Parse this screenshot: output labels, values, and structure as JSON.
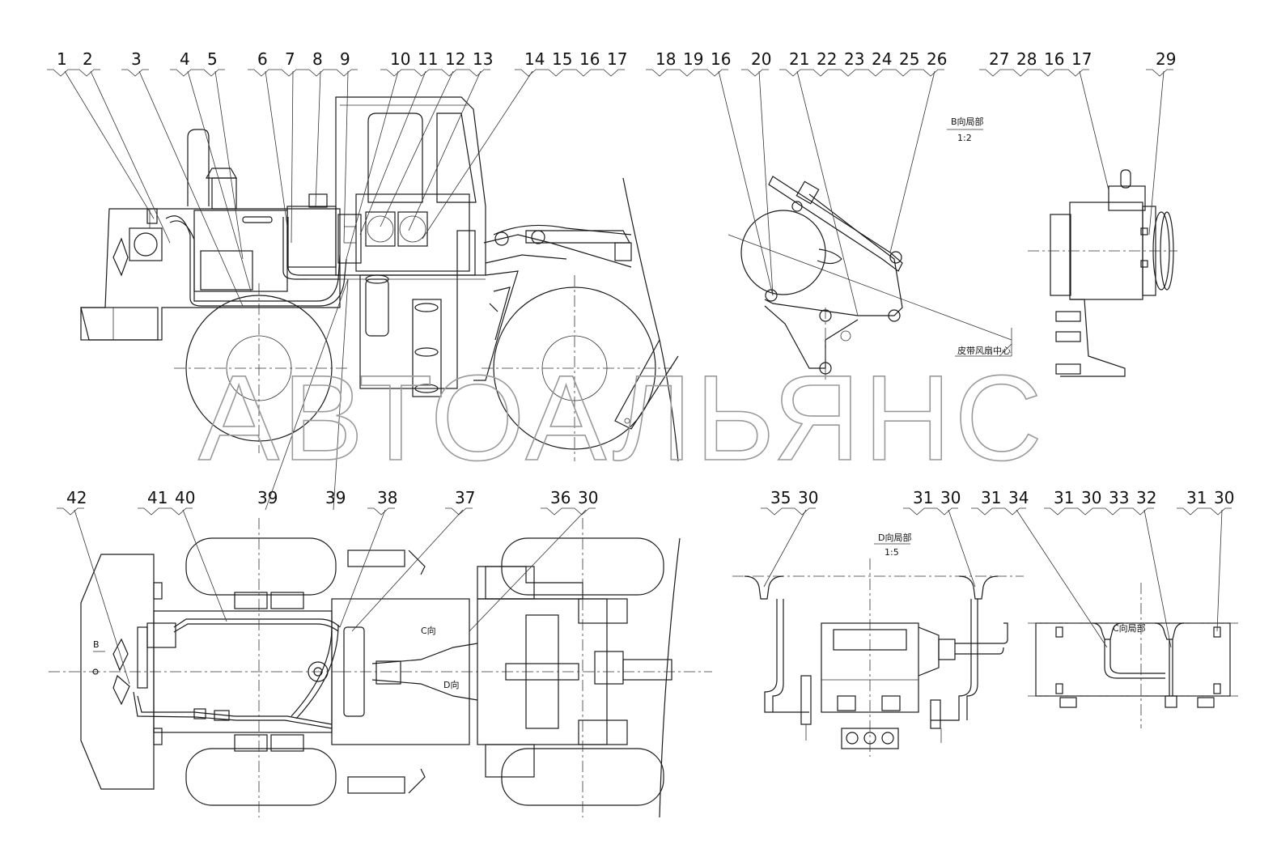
{
  "callouts": [
    {
      "id": "c1",
      "text": "1"
    },
    {
      "id": "c2",
      "text": "2"
    },
    {
      "id": "c3",
      "text": "3"
    },
    {
      "id": "c4",
      "text": "4"
    },
    {
      "id": "c5",
      "text": "5"
    },
    {
      "id": "c6",
      "text": "6"
    },
    {
      "id": "c7",
      "text": "7"
    },
    {
      "id": "c8",
      "text": "8"
    },
    {
      "id": "c9",
      "text": "9"
    },
    {
      "id": "c10",
      "text": "10"
    },
    {
      "id": "c11",
      "text": "11"
    },
    {
      "id": "c12",
      "text": "12"
    },
    {
      "id": "c13",
      "text": "13"
    },
    {
      "id": "c14",
      "text": "14"
    },
    {
      "id": "c15",
      "text": "15"
    },
    {
      "id": "c16a",
      "text": "16"
    },
    {
      "id": "c17a",
      "text": "17"
    },
    {
      "id": "c18",
      "text": "18"
    },
    {
      "id": "c19",
      "text": "19"
    },
    {
      "id": "c16b",
      "text": "16"
    },
    {
      "id": "c20",
      "text": "20"
    },
    {
      "id": "c21",
      "text": "21"
    },
    {
      "id": "c22",
      "text": "22"
    },
    {
      "id": "c23",
      "text": "23"
    },
    {
      "id": "c24",
      "text": "24"
    },
    {
      "id": "c25",
      "text": "25"
    },
    {
      "id": "c26",
      "text": "26"
    },
    {
      "id": "c27",
      "text": "27"
    },
    {
      "id": "c28",
      "text": "28"
    },
    {
      "id": "c16c",
      "text": "16"
    },
    {
      "id": "c17b",
      "text": "17"
    },
    {
      "id": "c29",
      "text": "29"
    },
    {
      "id": "c39a",
      "text": "39"
    },
    {
      "id": "c39b",
      "text": "39"
    },
    {
      "id": "c42",
      "text": "42"
    },
    {
      "id": "c41",
      "text": "41"
    },
    {
      "id": "c40",
      "text": "40"
    },
    {
      "id": "c38",
      "text": "38"
    },
    {
      "id": "c37",
      "text": "37"
    },
    {
      "id": "c36",
      "text": "36"
    },
    {
      "id": "c30a",
      "text": "30"
    },
    {
      "id": "c35",
      "text": "35"
    },
    {
      "id": "c30b",
      "text": "30"
    },
    {
      "id": "c31a",
      "text": "31"
    },
    {
      "id": "c30c",
      "text": "30"
    },
    {
      "id": "c31b",
      "text": "31"
    },
    {
      "id": "c34",
      "text": "34"
    },
    {
      "id": "c31c",
      "text": "31"
    },
    {
      "id": "c30d",
      "text": "30"
    },
    {
      "id": "c33",
      "text": "33"
    },
    {
      "id": "c32",
      "text": "32"
    },
    {
      "id": "c31d",
      "text": "31"
    },
    {
      "id": "c30e",
      "text": "30"
    }
  ],
  "view_labels": {
    "b_view_title": "B向局部",
    "b_view_scale": "1:2",
    "b_view_note": "皮带风扇中心",
    "d_view_title": "D向局部",
    "d_view_scale": "1:5",
    "c_view_title": "C向局部",
    "c_arrow": "C向",
    "d_arrow": "D向",
    "b_arrow": "B"
  },
  "watermark": "АВТОАЛЬЯНС",
  "colors": {
    "line": "#1a1a1a",
    "watermark": "#9a9a9a",
    "background": "#ffffff"
  }
}
